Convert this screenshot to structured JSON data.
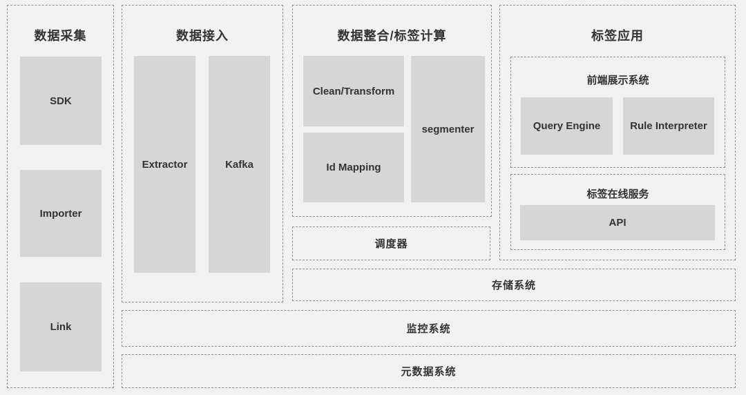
{
  "colors": {
    "background": "#f1f1f1",
    "box_fill": "#d6d6d6",
    "dashed_border": "#8d8d8d",
    "text": "#333333"
  },
  "sections": {
    "collection": {
      "title": "数据采集",
      "items": [
        "SDK",
        "Importer",
        "Link"
      ]
    },
    "ingestion": {
      "title": "数据接入",
      "items": [
        "Extractor",
        "Kafka"
      ]
    },
    "integration": {
      "title": "数据整合/标签计算",
      "boxes": {
        "clean_transform": "Clean/Transform",
        "id_mapping": "Id Mapping",
        "segmenter": "segmenter"
      }
    },
    "scheduler": {
      "label": "调度器"
    },
    "application": {
      "title": "标签应用",
      "frontend": {
        "title": "前端展示系统",
        "items": [
          "Query Engine",
          "Rule Interpreter"
        ]
      },
      "online_service": {
        "title": "标签在线服务",
        "items": [
          "API"
        ]
      }
    },
    "storage": {
      "label": "存储系统"
    },
    "monitoring": {
      "label": "监控系统"
    },
    "metadata": {
      "label": "元数据系统"
    }
  }
}
